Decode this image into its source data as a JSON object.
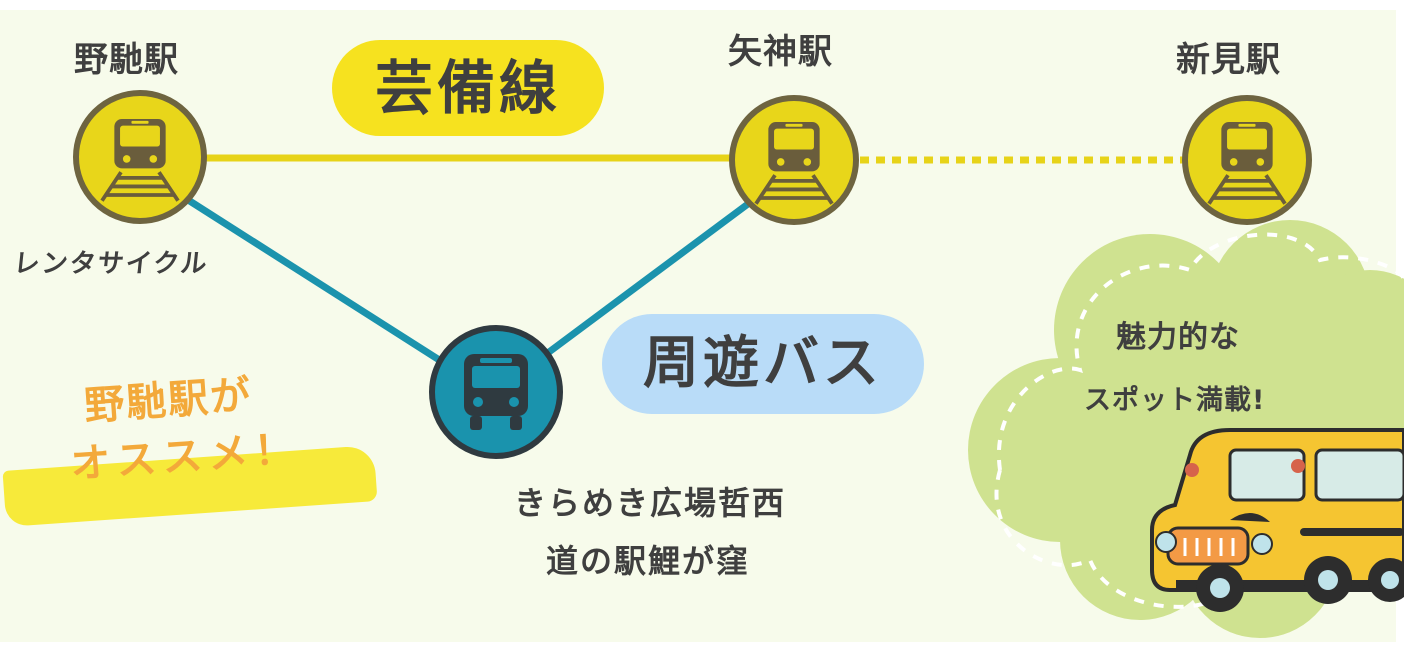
{
  "stations": {
    "nochi": "野馳駅",
    "yagami": "矢神駅",
    "niimi": "新見駅"
  },
  "line_badge": "芸備線",
  "bus_badge": "周遊バス",
  "rental_label": "レンタサイクル",
  "recommend": {
    "line1": "野馳駅が",
    "line2": "オススメ！"
  },
  "bus_stop": {
    "line1": "きらめき広場哲西",
    "line2": "道の駅鯉が窪"
  },
  "cloud": {
    "line1": "魅力的な",
    "line2": "スポット満載!"
  },
  "colors": {
    "rail_line": "#e7d318",
    "bus_line": "#1b93ad",
    "station_fill": "#e8d61a",
    "station_ring": "#6e6440",
    "bus_fill": "#1a93ad",
    "cloud": "#cfe290",
    "orange_text": "#f3a93a",
    "highlight": "#f7ea3a"
  },
  "icons": {
    "station": "train-icon",
    "bus_stop": "bus-icon",
    "vehicle": "school-bus-illustration"
  }
}
